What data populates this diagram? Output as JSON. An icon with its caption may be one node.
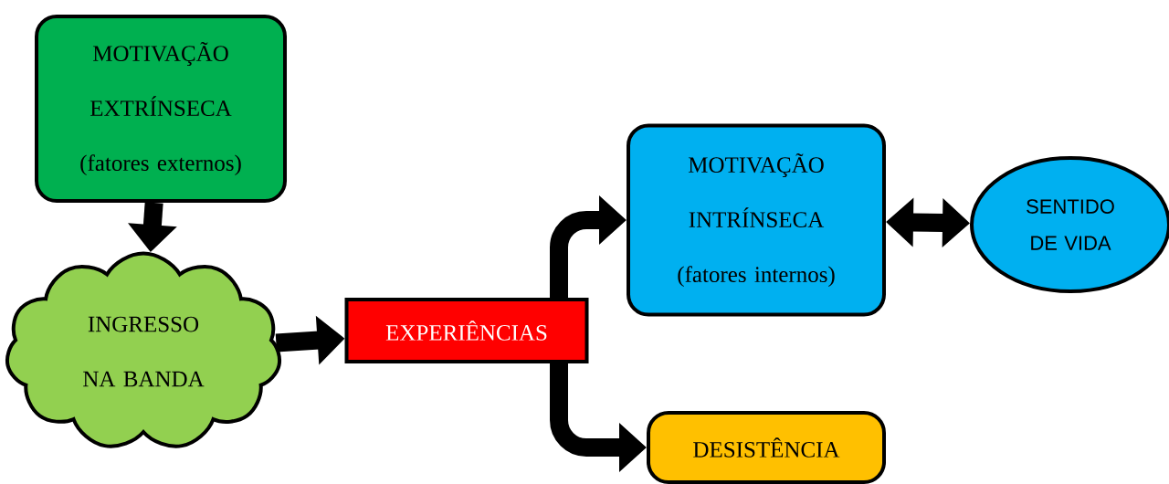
{
  "diagram": {
    "nodes": [
      {
        "text": [
          "MOTIVAÇÃO EXTRÍNSECA",
          "(fatores externos)"
        ]
      },
      {
        "text": [
          "INGRESSO NA BANDA"
        ]
      },
      {
        "text": [
          "EXPERIÊNCIAS"
        ]
      },
      {
        "text": [
          "MOTIVAÇÃO INTRÍNSECA",
          "(fatores internos)"
        ]
      },
      {
        "text": [
          "SENTIDO DE VIDA"
        ]
      },
      {
        "text": [
          "DESISTÊNCIA"
        ]
      }
    ],
    "edges": [
      {
        "from": 0,
        "to": 1,
        "arrow": "to"
      },
      {
        "from": 1,
        "to": 2,
        "arrow": "to"
      },
      {
        "from": 2,
        "to": 3,
        "arrow": "to"
      },
      {
        "from": 2,
        "to": 5,
        "arrow": "to"
      },
      {
        "from": 3,
        "to": 4,
        "arrow": "both"
      }
    ]
  }
}
